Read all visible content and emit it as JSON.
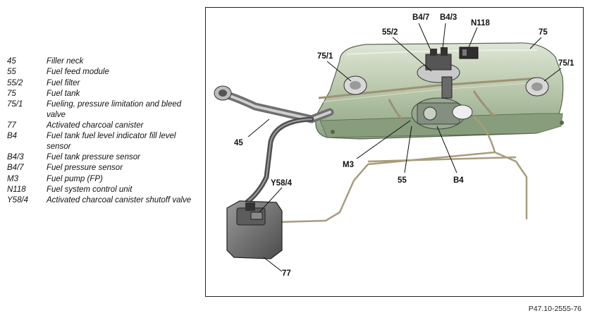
{
  "legend": {
    "items": [
      {
        "code": "45",
        "desc": "Filler neck"
      },
      {
        "code": "55",
        "desc": "Fuel feed module"
      },
      {
        "code": "55/2",
        "desc": "Fuel filter"
      },
      {
        "code": "75",
        "desc": "Fuel tank"
      },
      {
        "code": "75/1",
        "desc": "Fueling, pressure limitation and bleed valve"
      },
      {
        "code": "77",
        "desc": "Activated charcoal canister"
      },
      {
        "code": "B4",
        "desc": "Fuel tank fuel level indicator fill level sensor"
      },
      {
        "code": "B4/3",
        "desc": "Fuel tank pressure sensor"
      },
      {
        "code": "B4/7",
        "desc": "Fuel pressure sensor"
      },
      {
        "code": "M3",
        "desc": "Fuel pump (FP)"
      },
      {
        "code": "N118",
        "desc": "Fuel system control unit"
      },
      {
        "code": "Y58/4",
        "desc": "Activated charcoal canister shutoff valve"
      }
    ]
  },
  "figure": {
    "callouts": {
      "b4_7": "B4/7",
      "b4_3": "B4/3",
      "n118": "N118",
      "f55_2": "55/2",
      "f75": "75",
      "f75_1_left": "75/1",
      "f75_1_right": "75/1",
      "f45": "45",
      "m3": "M3",
      "f55": "55",
      "b4": "B4",
      "y58_4": "Y58/4",
      "f77": "77"
    },
    "reference": "P47.10-2555-76"
  },
  "colors": {
    "tank": "#aebfa0",
    "tank_dark": "#7f9476",
    "line": "#8f8a73",
    "canister": "#6c6c6c"
  }
}
